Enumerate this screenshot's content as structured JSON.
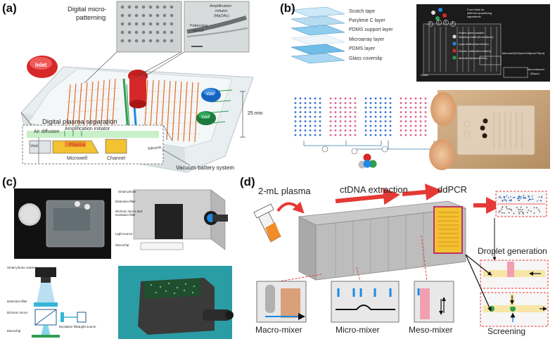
{
  "panel_a": {
    "label": "(a)",
    "digital_micro": "Digital micro-",
    "patterning": "patterning",
    "amp_initiator_title": "Amplification",
    "amp_initiator_sub": "initiator",
    "amp_initiator_chem": "(MgOAc)",
    "patterning_stencil_1": "Patterning",
    "patterning_stencil_2": "stencil",
    "inlet": "Inlet",
    "void1": "Void",
    "void2": "Void",
    "size": "25 mm",
    "silicone": "Silicone",
    "plasma_sep": "Digital plasma separation",
    "air_diffusion": "Air diffusion",
    "amp_initiator_full": "Amplification initiator",
    "void_small": "Void",
    "plasma": "Plasma",
    "microwell": "Microwell",
    "channel": "Channel",
    "vacuum": "Vacuum battery system"
  },
  "panel_b": {
    "label": "(b)",
    "layers": [
      "Scotch tape",
      "Parylene C layer",
      "PDMS support layer",
      "Microarray layer",
      "PDMS layer",
      "Glass coverslip"
    ],
    "legend_title_1": "Four inlets for",
    "legend_title_2": "different lyophilizing",
    "legend_title_3": "ingredients",
    "legend_items": [
      "Screw valve position",
      "Washing buffer(5mmx5mm)",
      "Lysis buffer(5mmx5mm)",
      "Elution buffer(5mmx5mm)",
      "Mineral oil(5mmx5mm)"
    ],
    "microwell_dims": "Microwell(100μmx100μmx275μm)",
    "microchannel": "Microchannel",
    "microchannel_dim": "(50μm)",
    "outlet": "Outlet",
    "nums": [
      "1",
      "2",
      "3",
      "4"
    ]
  },
  "panel_c": {
    "label": "(c)",
    "device_labels": [
      "Smart phone",
      "Detection filter",
      "Dichroic mirror and excitation filter",
      "Light source",
      "Microchip"
    ],
    "optics_labels": [
      "Smart phone camera",
      "Detection filter",
      "Dichroic mirror",
      "Excitation filter",
      "Light source",
      "Microchip"
    ]
  },
  "panel_d": {
    "label": "(d)",
    "plasma": "2-mL plasma",
    "ctdna": "ctDNA extraction",
    "ddpcr": "ddPCR",
    "droplet": "Droplet generation",
    "macro": "Macro-mixer",
    "micro": "Micro-mixer",
    "meso": "Meso-mixer",
    "screening": "Screening"
  },
  "colors": {
    "red": "#d62828",
    "blue": "#1e88e5",
    "green": "#2e9e4f",
    "orange": "#f28c28",
    "cyan": "#35b6d9",
    "yellow_chip": "#f2c230",
    "pink": "#f2a0b0"
  }
}
